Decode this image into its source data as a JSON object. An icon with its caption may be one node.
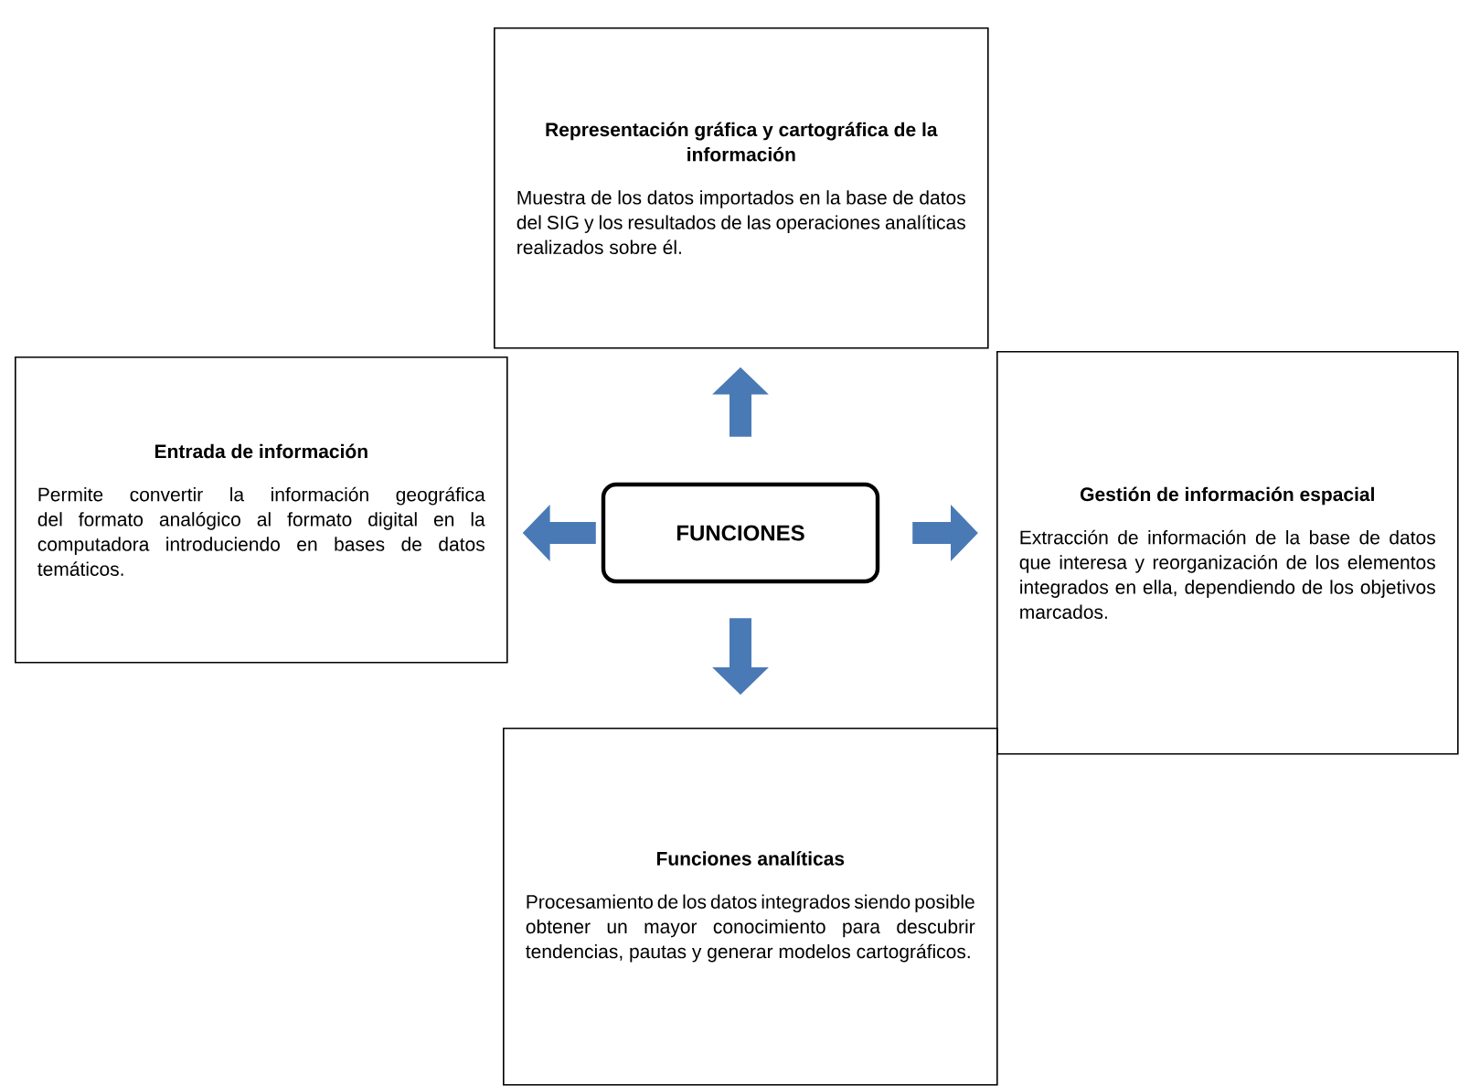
{
  "diagram": {
    "nodes": [
      {
        "text": [
          "Representación gráfica y cartográfica de la información",
          "Muestra de los datos importados en la base de datos del SIG y los resultados de las operaciones analíticas realizados sobre él."
        ]
      },
      {
        "text": [
          "Entrada de información",
          "Permite convertir la información geográfica del formato analógico al formato digital en la computadora introduciendo en bases de datos temáticos."
        ]
      },
      {
        "text": [
          "FUNCIONES"
        ]
      },
      {
        "text": [
          "Gestión de información espacial",
          "Extracción de información de la base de datos que interesa y reorganización de los elementos integrados en ella, dependiendo de los objetivos marcados."
        ]
      },
      {
        "text": [
          "Funciones analíticas",
          "Procesamiento de los datos integrados siendo posible obtener un mayor conocimiento para descubrir tendencias, pautas y generar modelos cartográficos."
        ]
      }
    ],
    "edges": [
      {
        "from": 2,
        "to": 0,
        "arrow": "to"
      },
      {
        "from": 2,
        "to": 1,
        "arrow": "to"
      },
      {
        "from": 2,
        "to": 3,
        "arrow": "to"
      },
      {
        "from": 2,
        "to": 4,
        "arrow": "to"
      }
    ]
  }
}
